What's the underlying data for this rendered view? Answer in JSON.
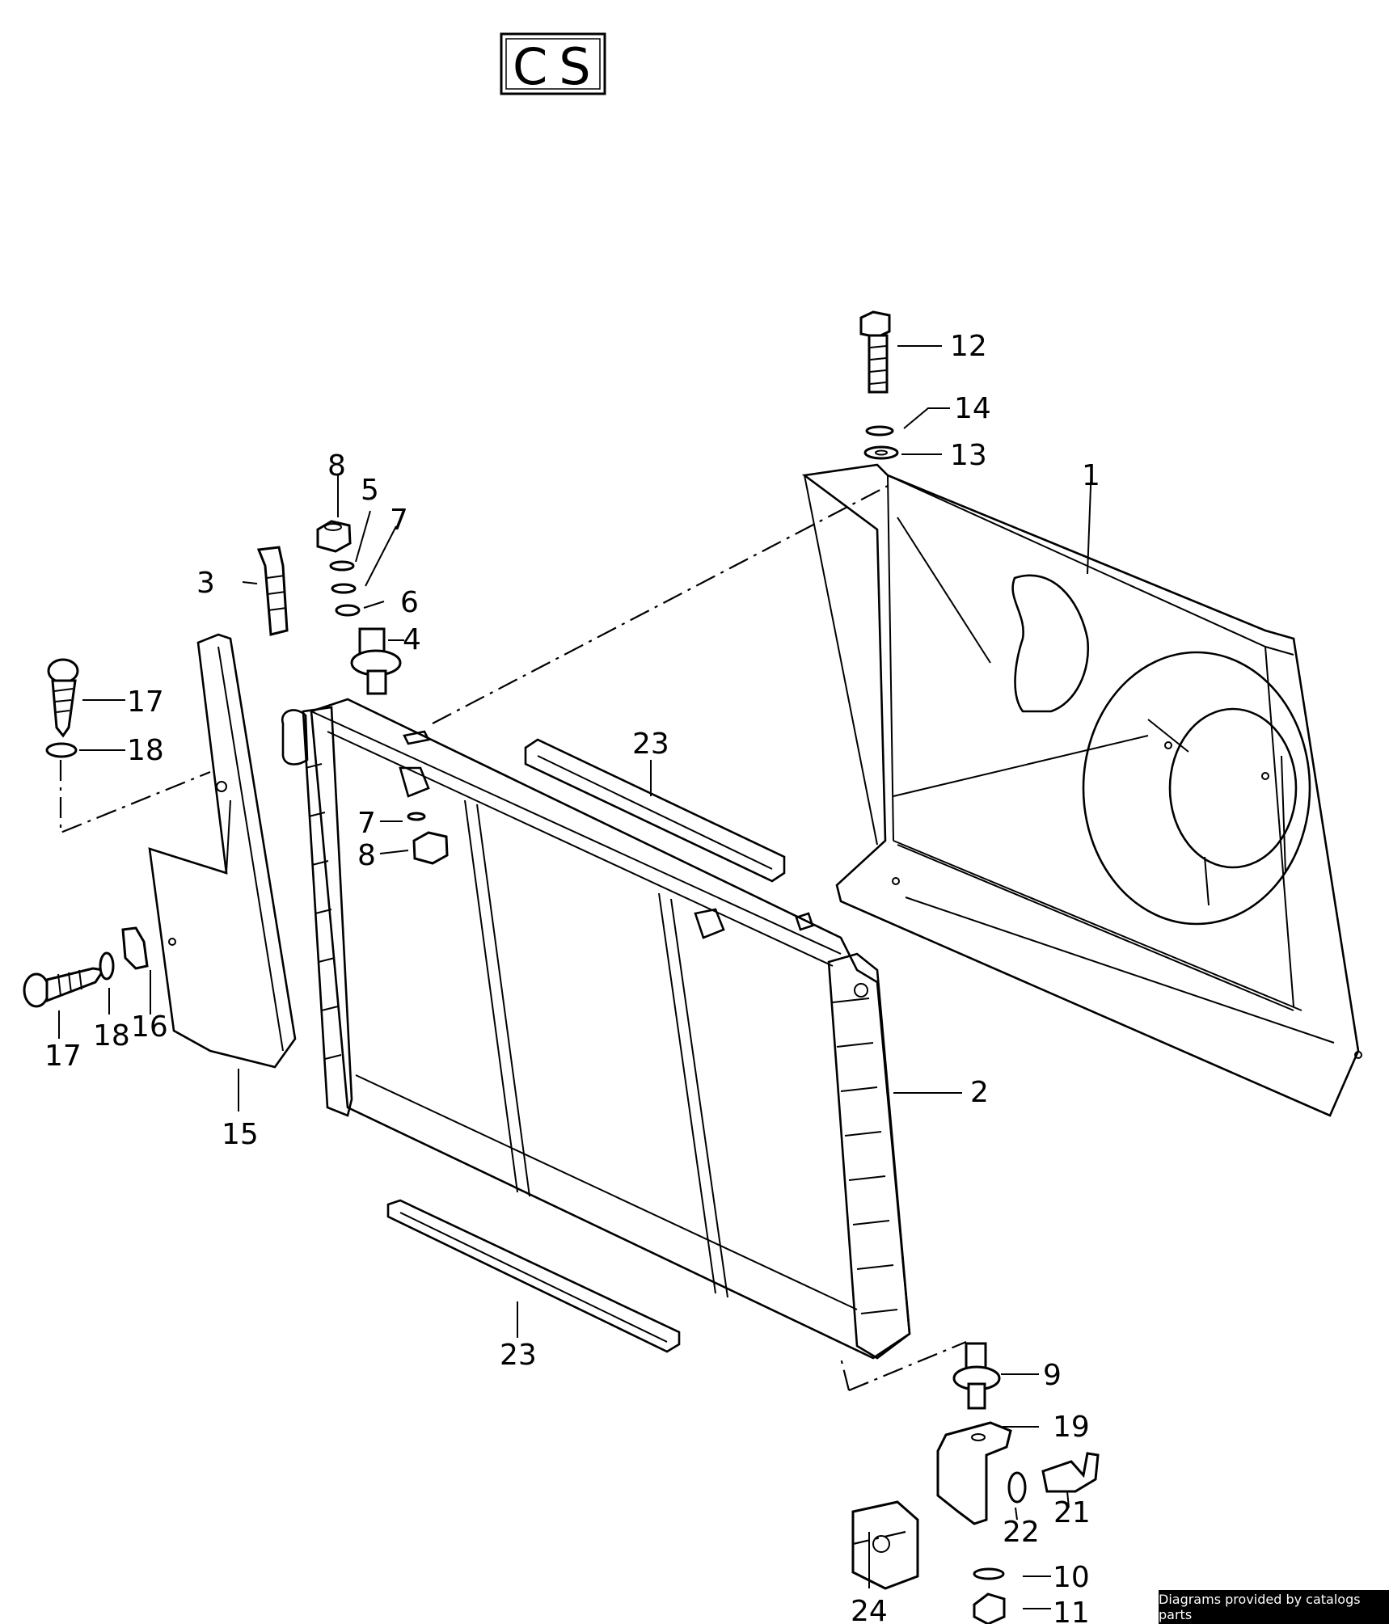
{
  "diagram_code": "CS",
  "callouts": [
    {
      "id": "callout-1",
      "label": "1"
    },
    {
      "id": "callout-2",
      "label": "2"
    },
    {
      "id": "callout-3",
      "label": "3"
    },
    {
      "id": "callout-4",
      "label": "4"
    },
    {
      "id": "callout-5",
      "label": "5"
    },
    {
      "id": "callout-6",
      "label": "6"
    },
    {
      "id": "callout-7a",
      "label": "7"
    },
    {
      "id": "callout-7b",
      "label": "7"
    },
    {
      "id": "callout-8a",
      "label": "8"
    },
    {
      "id": "callout-8b",
      "label": "8"
    },
    {
      "id": "callout-9",
      "label": "9"
    },
    {
      "id": "callout-10",
      "label": "10"
    },
    {
      "id": "callout-11",
      "label": "11"
    },
    {
      "id": "callout-12",
      "label": "12"
    },
    {
      "id": "callout-13",
      "label": "13"
    },
    {
      "id": "callout-14",
      "label": "14"
    },
    {
      "id": "callout-15",
      "label": "15"
    },
    {
      "id": "callout-16",
      "label": "16"
    },
    {
      "id": "callout-17a",
      "label": "17"
    },
    {
      "id": "callout-17b",
      "label": "17"
    },
    {
      "id": "callout-18a",
      "label": "18"
    },
    {
      "id": "callout-18b",
      "label": "18"
    },
    {
      "id": "callout-19",
      "label": "19"
    },
    {
      "id": "callout-21",
      "label": "21"
    },
    {
      "id": "callout-22",
      "label": "22"
    },
    {
      "id": "callout-23a",
      "label": "23"
    },
    {
      "id": "callout-23b",
      "label": "23"
    },
    {
      "id": "callout-24",
      "label": "24"
    }
  ],
  "footer_text": "Diagrams provided by catalogs parts"
}
